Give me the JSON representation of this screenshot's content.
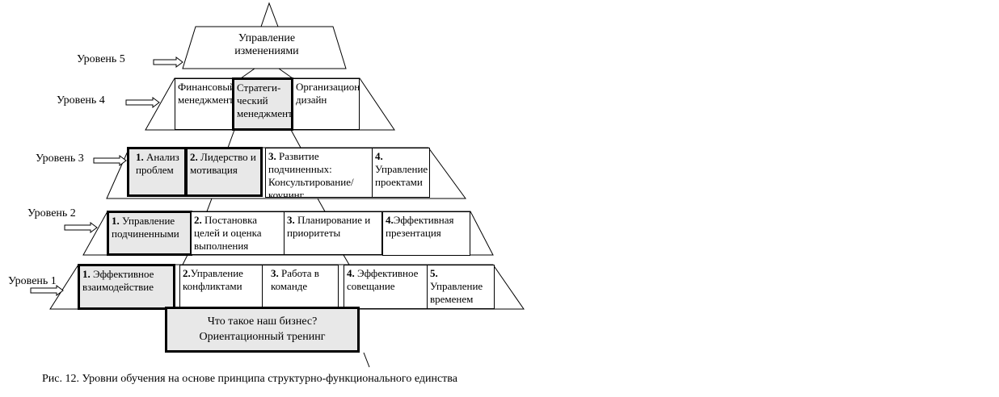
{
  "levels": {
    "l5": "Уровень 5",
    "l4": "Уровень 4",
    "l3": "Уровень 3",
    "l2": "Уровень 2",
    "l1": "Уровень 1"
  },
  "level5": {
    "line1": "Управление",
    "line2": "изменениями"
  },
  "level4": {
    "finance": "Финансовый менеджмент",
    "strategy": "Стратеги-ческий менеджмент",
    "org": "Организационный дизайн"
  },
  "level3": {
    "b1_num": "1.",
    "b1_text": "Анализ проблем",
    "b2_num": "2.",
    "b2_text": "Лидерство и мотивация",
    "b3_num": "3.",
    "b3_text": "Развитие подчиненных: Консультирование/ коучинг",
    "b4_num": "4.",
    "b4_text": "Управление проектами"
  },
  "level2": {
    "b1_num": "1.",
    "b1_text": "Управление подчиненными",
    "b2_num": "2.",
    "b2_text": "Постановка целей и оценка выполнения",
    "b3_num": "3.",
    "b3_text": "Планирование и приоритеты",
    "b4_num": "4.",
    "b4_text": "Эффективная презентация"
  },
  "level1": {
    "b1_num": "1.",
    "b1_text": "Эффективное взаимодействие",
    "b2_num": "2.",
    "b2_text": "Управление конфликтами",
    "b3_num": "3.",
    "b3_text": "Работа в команде",
    "b4_num": "4.",
    "b4_text": "Эффективное совещание",
    "b5_num": "5.",
    "b5_text": "Управление временем"
  },
  "base": {
    "line1": "Что такое наш бизнес?",
    "line2": "Ориентационный тренинг"
  },
  "caption": "Рис. 12. Уровни обучения на основе принципа структурно-функционального единства"
}
